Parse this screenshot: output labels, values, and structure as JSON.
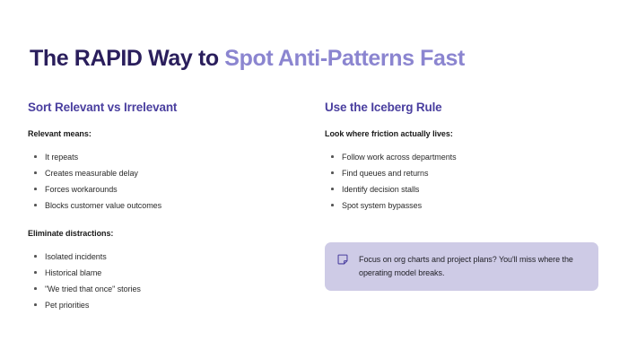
{
  "slide": {
    "background_color": "#FFFFFF",
    "title": {
      "dark_part": "The RAPID Way to ",
      "accent_part": "Spot Anti-Patterns Fast",
      "dark_color": "#2A1E5C",
      "accent_color": "#8B85D0"
    },
    "columns": [
      {
        "heading": "Sort Relevant vs Irrelevant",
        "heading_color": "#4A3F9F",
        "groups": [
          {
            "sub_heading": "Relevant means:",
            "items": [
              "It repeats",
              "Creates measurable delay",
              "Forces workarounds",
              "Blocks customer value outcomes"
            ]
          },
          {
            "sub_heading": "Eliminate distractions:",
            "items": [
              "Isolated incidents",
              "Historical blame",
              "\"We tried that once\" stories",
              "Pet priorities"
            ]
          }
        ]
      },
      {
        "heading": "Use the Iceberg Rule",
        "heading_color": "#4A3F9F",
        "groups": [
          {
            "sub_heading": "Look where friction actually lives:",
            "items": [
              "Follow work across departments",
              "Find queues and returns",
              "Identify decision stalls",
              "Spot system bypasses"
            ]
          }
        ]
      }
    ],
    "callout": {
      "icon": "sticky-note-icon",
      "text": "Focus on org charts and project plans? You'll miss where the operating model breaks.",
      "background_color": "#CECBE6",
      "text_color": "#1E1E24",
      "icon_color": "#4A3F9F"
    }
  }
}
